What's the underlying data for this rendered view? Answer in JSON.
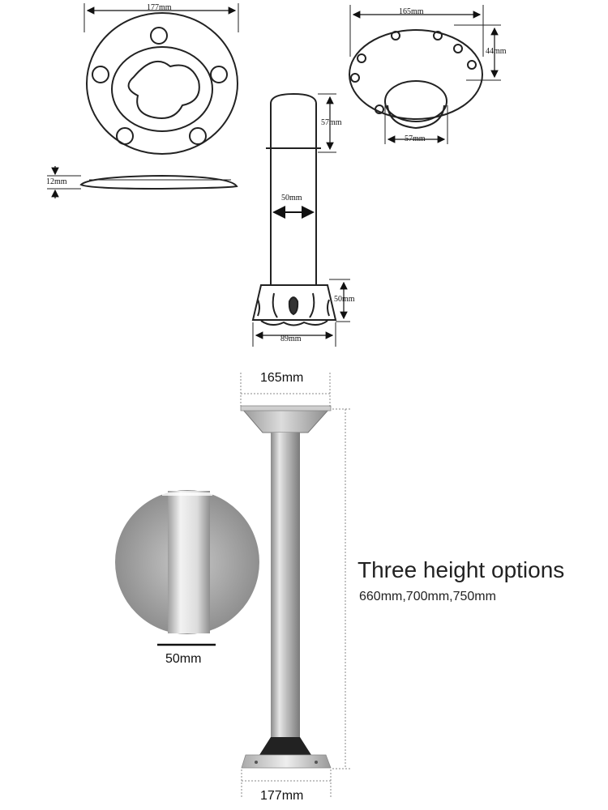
{
  "drawing": {
    "flange_top_width": "177mm",
    "flange_side_thickness": "12mm",
    "flange_persp_width": "165mm",
    "flange_persp_height": "44mm",
    "flange_bore": "57mm",
    "tube_top_height": "57mm",
    "tube_diameter": "50mm",
    "base_height": "50mm",
    "base_width": "89mm"
  },
  "photo": {
    "top_flange_width": "165mm",
    "bottom_flange_width": "177mm",
    "tube_diameter": "50mm",
    "heading": "Three height options",
    "heights": "660mm,700mm,750mm"
  }
}
